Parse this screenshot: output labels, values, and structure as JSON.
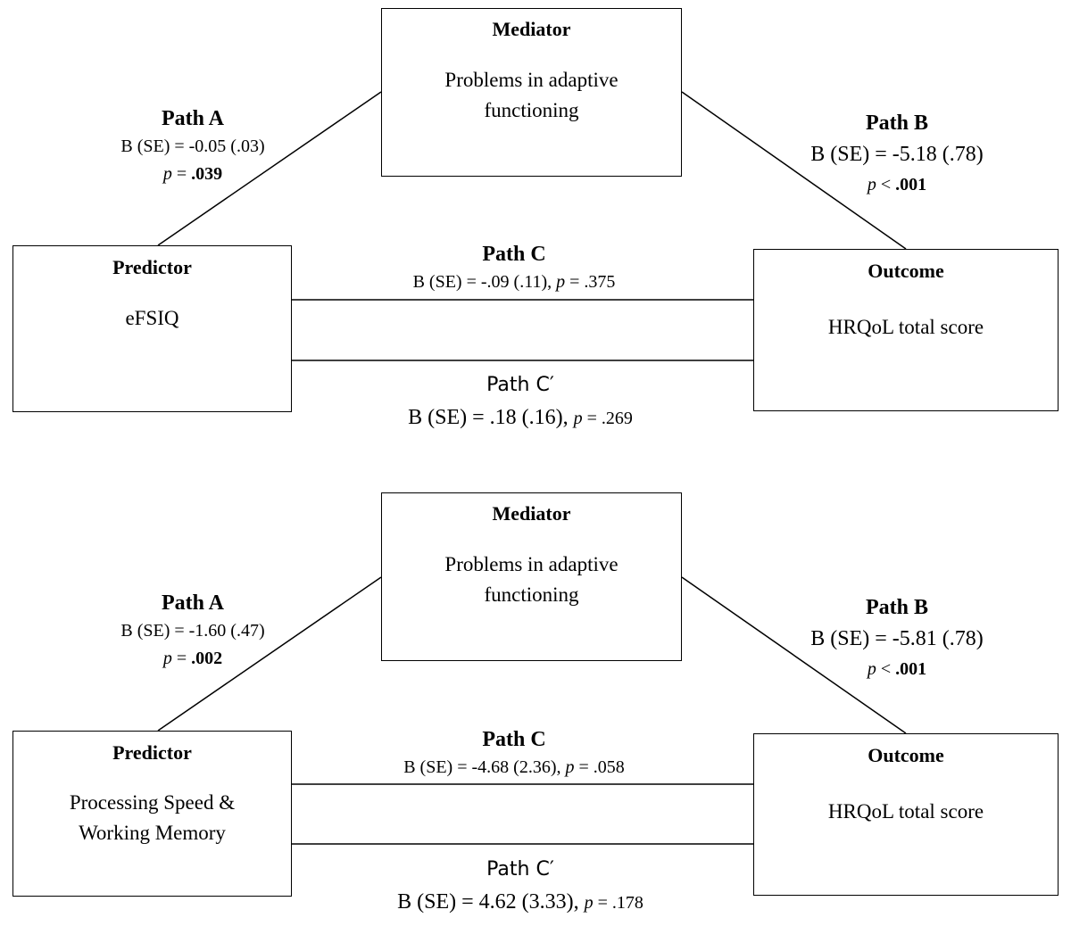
{
  "diagrams": [
    {
      "mediator": {
        "title": "Mediator",
        "line1": "Problems in adaptive",
        "line2": "functioning"
      },
      "predictor": {
        "title": "Predictor",
        "line1": "eFSIQ",
        "line2": ""
      },
      "outcome": {
        "title": "Outcome",
        "line1": "HRQoL total score"
      },
      "path_a": {
        "name": "Path A",
        "b_se": "B (SE) = -0.05 (.03)",
        "p_label": "p",
        "p_op": " = ",
        "p_value": ".039"
      },
      "path_b": {
        "name": "Path B",
        "b_se": "B (SE) = -5.18 (.78)",
        "p_label": "p",
        "p_op": " < ",
        "p_value": ".001"
      },
      "path_c": {
        "name": "Path C",
        "b_se": "B (SE) = -.09 (.11), ",
        "p_label": "p",
        "p_text": " = .375"
      },
      "path_c_prime": {
        "name": "Path C′",
        "b_se": "B (SE) = .18 (.16), ",
        "p_label": "p",
        "p_text": " = .269"
      }
    },
    {
      "mediator": {
        "title": "Mediator",
        "line1": "Problems in adaptive",
        "line2": "functioning"
      },
      "predictor": {
        "title": "Predictor",
        "line1": "Processing Speed &",
        "line2": "Working Memory"
      },
      "outcome": {
        "title": "Outcome",
        "line1": "HRQoL total score"
      },
      "path_a": {
        "name": "Path A",
        "b_se": "B (SE) = -1.60 (.47)",
        "p_label": "p",
        "p_op": " = ",
        "p_value": ".002"
      },
      "path_b": {
        "name": "Path B",
        "b_se": "B (SE) = -5.81 (.78)",
        "p_label": "p",
        "p_op": " < ",
        "p_value": ".001"
      },
      "path_c": {
        "name": "Path C",
        "b_se": "B (SE) = -4.68 (2.36), ",
        "p_label": "p",
        "p_text": " = .058"
      },
      "path_c_prime": {
        "name": "Path C′",
        "b_se": "B (SE) = 4.62 (3.33), ",
        "p_label": "p",
        "p_text": " = .178"
      }
    }
  ]
}
